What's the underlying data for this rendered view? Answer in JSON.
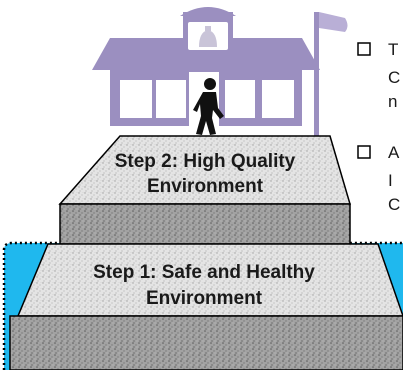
{
  "steps": {
    "step2": {
      "line1": "Step 2: High Quality",
      "line2": "Environment"
    },
    "step1": {
      "line1": "Step 1: Safe and Healthy",
      "line2": "Environment"
    }
  },
  "bullets": [
    {
      "lines": [
        "T",
        "C",
        "n"
      ]
    },
    {
      "lines": [
        "A",
        "I",
        "C"
      ]
    }
  ],
  "colors": {
    "school": "#9b8fc0",
    "school_light": "#b9afd6",
    "water": "#1fb8ee",
    "step_top": "#dedede",
    "step_side": "#9a9a9a",
    "outline": "#000000",
    "figure": "#111111"
  },
  "icons": {
    "school": "school-building-icon",
    "bell": "bell-icon",
    "flag": "flag-icon",
    "person": "walking-person-icon",
    "checkbox": "checkbox-icon"
  }
}
